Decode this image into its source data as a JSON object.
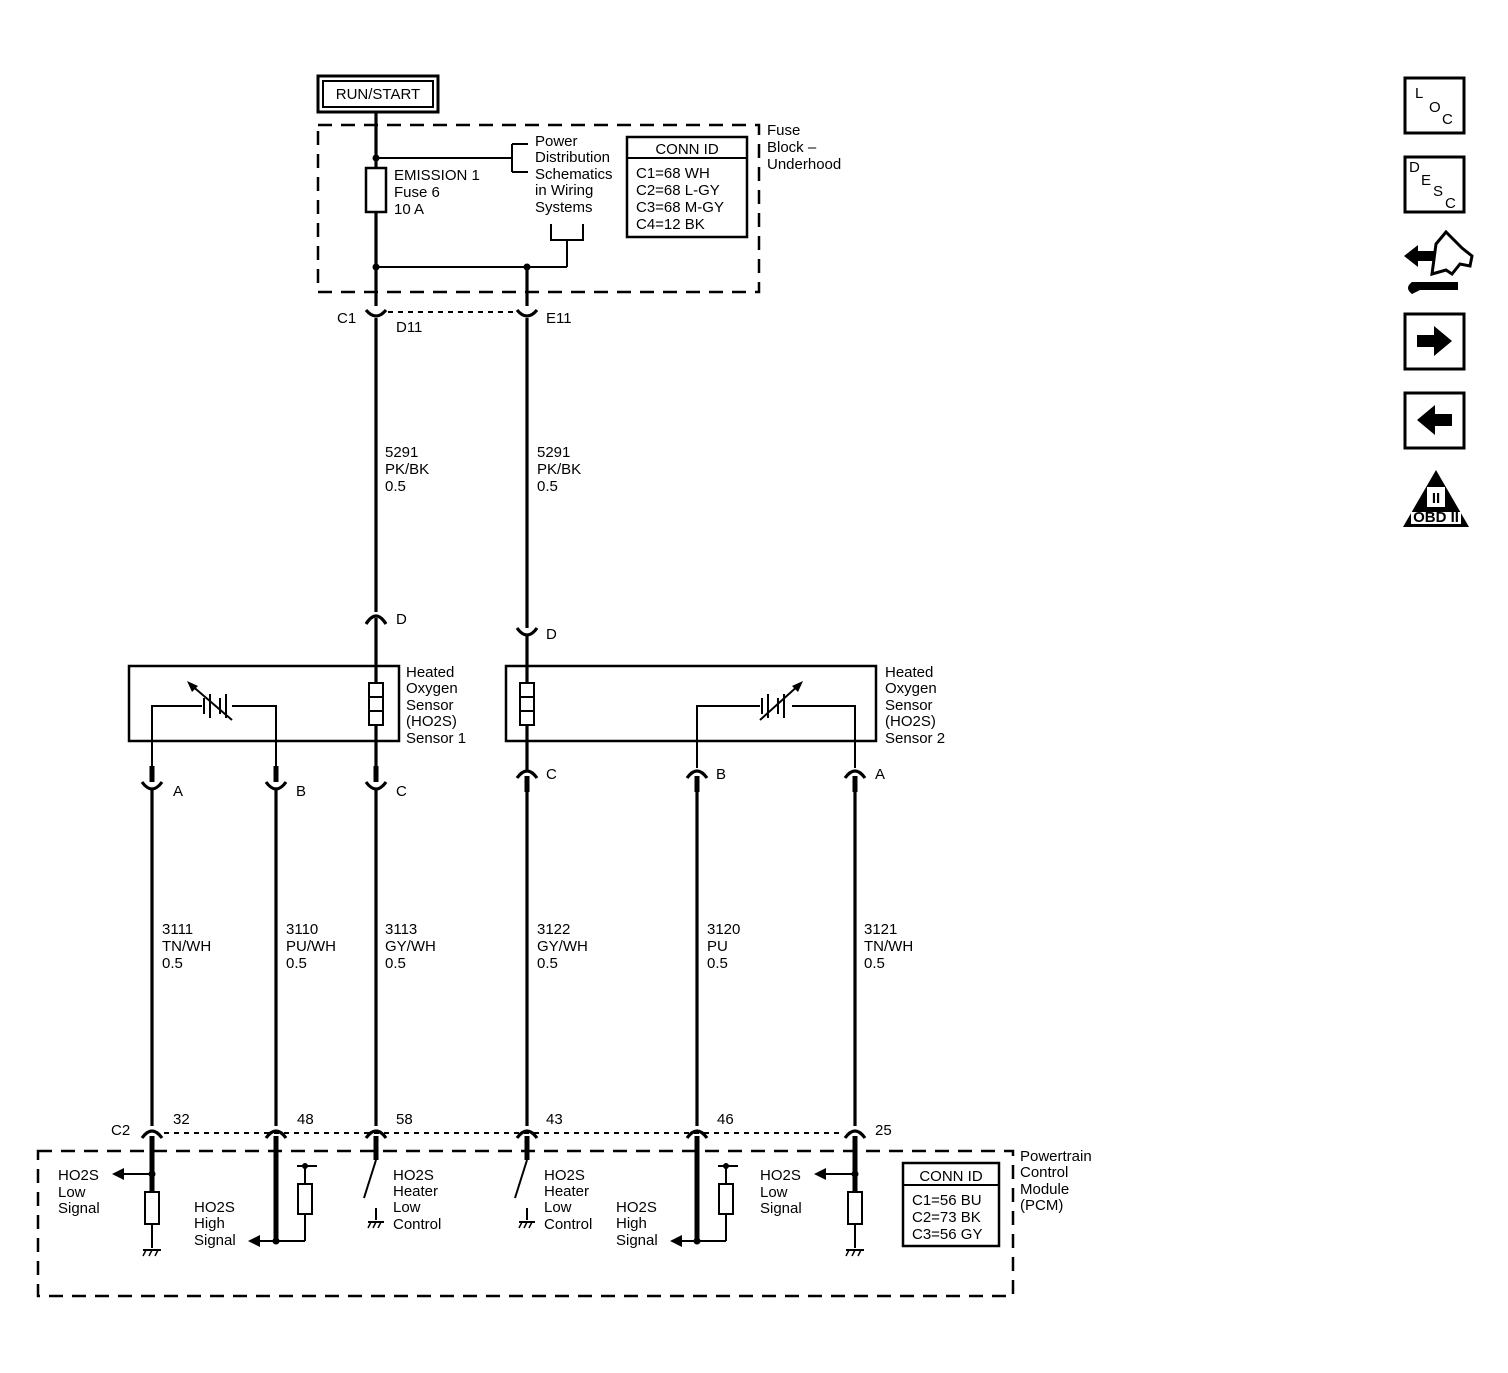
{
  "power": {
    "label": "RUN/START"
  },
  "fuse_block": {
    "name": [
      "Fuse",
      "Block –",
      "Underhood"
    ],
    "fuse": [
      "EMISSION 1",
      "Fuse 6",
      "10 A"
    ],
    "ref": [
      "Power",
      "Distribution",
      "Schematics",
      "in Wiring",
      "Systems"
    ],
    "conn_title": "CONN ID",
    "conn": [
      "C1=68 WH",
      "C2=68 L-GY",
      "C3=68 M-GY",
      "C4=12 BK"
    ],
    "conn_label": "C1",
    "pin_left": "D11",
    "pin_right": "E11"
  },
  "supply_wires": [
    {
      "circuit": "5291",
      "color": "PK/BK",
      "size": "0.5"
    },
    {
      "circuit": "5291",
      "color": "PK/BK",
      "size": "0.5"
    }
  ],
  "sensor1": {
    "name": [
      "Heated",
      "Oxygen",
      "Sensor",
      "(HO2S)",
      "Sensor 1"
    ],
    "pins": [
      "D",
      "A",
      "B",
      "C"
    ]
  },
  "sensor2": {
    "name": [
      "Heated",
      "Oxygen",
      "Sensor",
      "(HO2S)",
      "Sensor 2"
    ],
    "pins": [
      "D",
      "C",
      "B",
      "A"
    ]
  },
  "signal_wires": [
    {
      "circuit": "3111",
      "color": "TN/WH",
      "size": "0.5",
      "pcm_pin": "32"
    },
    {
      "circuit": "3110",
      "color": "PU/WH",
      "size": "0.5",
      "pcm_pin": "48"
    },
    {
      "circuit": "3113",
      "color": "GY/WH",
      "size": "0.5",
      "pcm_pin": "58"
    },
    {
      "circuit": "3122",
      "color": "GY/WH",
      "size": "0.5",
      "pcm_pin": "43"
    },
    {
      "circuit": "3120",
      "color": "PU",
      "size": "0.5",
      "pcm_pin": "46"
    },
    {
      "circuit": "3121",
      "color": "TN/WH",
      "size": "0.5",
      "pcm_pin": "25"
    }
  ],
  "pcm": {
    "name": [
      "Powertrain",
      "Control",
      "Module",
      "(PCM)"
    ],
    "conn_label": "C2",
    "conn_title": "CONN ID",
    "conn": [
      "C1=56 BU",
      "C2=73 BK",
      "C3=56 GY"
    ],
    "functions": [
      [
        "HO2S",
        "Low",
        "Signal"
      ],
      [
        "HO2S",
        "High",
        "Signal"
      ],
      [
        "HO2S",
        "Heater",
        "Low",
        "Control"
      ],
      [
        "HO2S",
        "Heater",
        "Low",
        "Control"
      ],
      [
        "HO2S",
        "High",
        "Signal"
      ],
      [
        "HO2S",
        "Low",
        "Signal"
      ]
    ]
  },
  "nav": {
    "loc": [
      "L",
      "O",
      "C"
    ],
    "desc": [
      "D",
      "E",
      "S",
      "C"
    ],
    "obd_numeral": "II",
    "obd_label": "OBD II"
  },
  "icons": [
    "loc-button",
    "desc-button",
    "connector-swap-icon",
    "forward-arrow-icon",
    "back-arrow-icon",
    "obd-ii-icon"
  ]
}
